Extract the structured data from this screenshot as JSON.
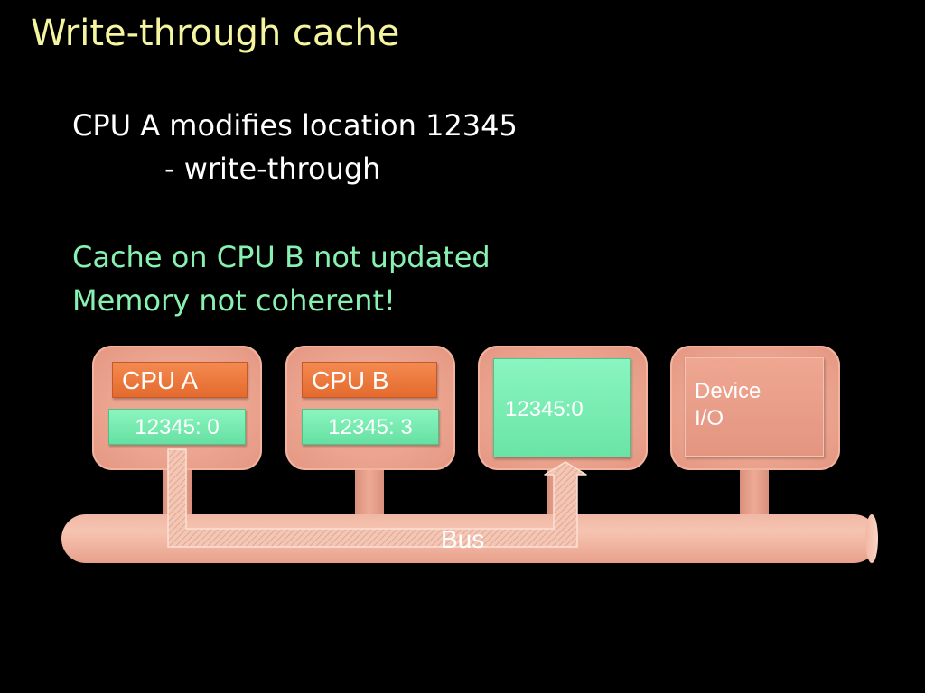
{
  "slide": {
    "title": "Write-through cache",
    "line1": "CPU A modifies location 12345",
    "line2": "- write-through",
    "line3": "Cache on CPU B not updated",
    "line4": "Memory not coherent!"
  },
  "diagram": {
    "cpu_a": {
      "label": "CPU A",
      "cache": "12345: 0"
    },
    "cpu_b": {
      "label": "CPU B",
      "cache": "12345: 3"
    },
    "memory": {
      "value": "12345:0"
    },
    "device": {
      "label": "Device\nI/O"
    },
    "bus_label": "Bus"
  },
  "colors": {
    "title": "#f5f5a0",
    "text": "#ffffff",
    "highlight_text": "#88f0b0",
    "cpu_label": "#e46a2e",
    "cache": "#6ae4a6",
    "unit": "#eba590"
  }
}
